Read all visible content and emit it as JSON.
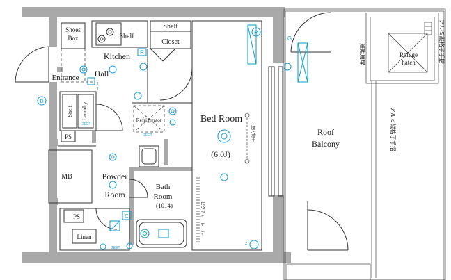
{
  "rooms": {
    "shoes_box": [
      "Shoes",
      "Box"
    ],
    "shelf_top_left": "Shelf",
    "shelf_top": "Shelf",
    "closet": "Closet",
    "kitchen": "Kitchen",
    "hall": "Hall",
    "entrance": "Entrance",
    "laundry_shelf": "Shelf",
    "laundry": "Laundry",
    "refrigerator": "Refrigerator",
    "bed_room": "Bed Room",
    "bed_room_size": "(6.0J)",
    "roof_balcony": [
      "Roof",
      "Balcony"
    ],
    "refuge_hatch": [
      "Refuge",
      "hatch"
    ],
    "ps_upper": "PS",
    "ps_lower": "PS",
    "mb": "MB",
    "powder_room": [
      "Powder",
      "Room"
    ],
    "bath_room": [
      "Bath",
      "Room"
    ],
    "bath_size": "(1014)",
    "linen": "Linen"
  },
  "jp_notes": {
    "evac_door": "避難用扉",
    "rail_upper": "アルミ縦格子手摺",
    "rail_side": "アルミ縦格子手摺",
    "indoor_clothes": "室内物干",
    "picture_rail": "ピクチャーレール"
  },
  "symbols": {
    "m": "M",
    "g": "G",
    "r": "R",
    "c": "C",
    "d": "D",
    "two": "2",
    "eet_1": "2EET",
    "eet_2": "2EET",
    "eet_3": "2EET"
  },
  "colors": {
    "wall": "#a9a9a9",
    "equipment": "#1aa1d6",
    "line": "#333333"
  }
}
